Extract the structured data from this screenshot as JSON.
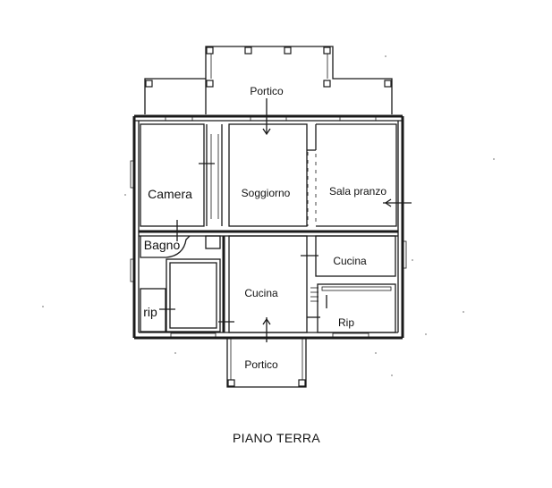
{
  "plan": {
    "title": "PIANO TERRA",
    "rooms": {
      "portico_top": "Portico",
      "camera": "Camera",
      "soggiorno": "Soggiorno",
      "sala_pranzo": "Sala pranzo",
      "bagno": "Bagno",
      "cucina_small": "Cucina",
      "cucina_main": "Cucina",
      "rip_left": "rip",
      "rip_right": "Rip",
      "portico_bottom": "Portico"
    }
  }
}
